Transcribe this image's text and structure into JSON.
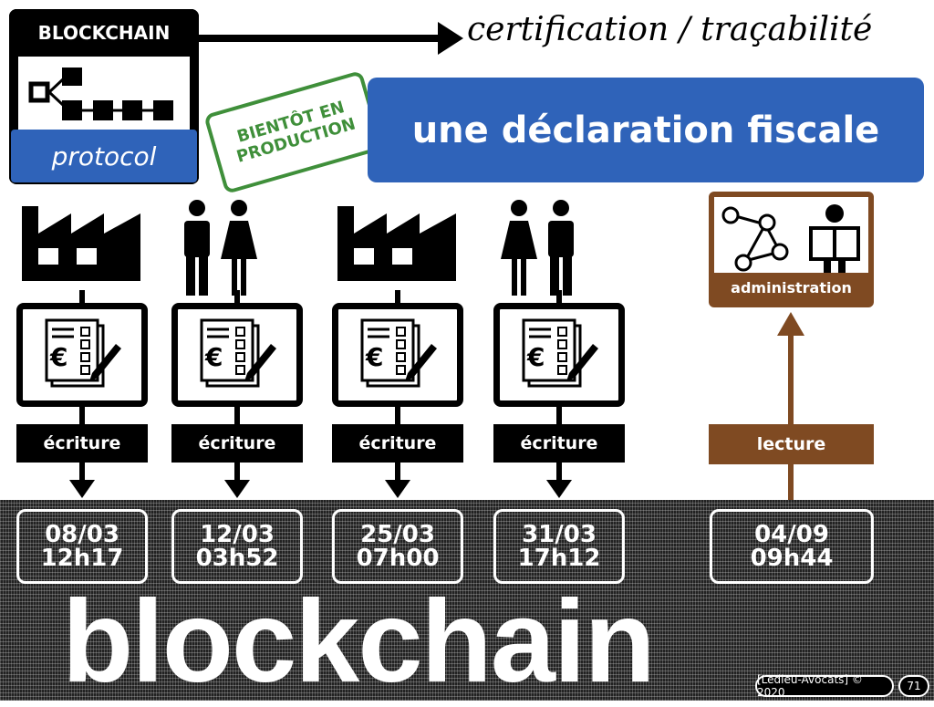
{
  "header": {
    "blockchain_label": "BLOCKCHAIN",
    "protocol_label": "protocol",
    "headline": "certification / traçabilité"
  },
  "stamp": {
    "line1": "BIENTÔT EN",
    "line2": "PRODUCTION",
    "color": "#3f8f3a"
  },
  "banner": {
    "title": "une déclaration fiscale",
    "color": "#2f63b9"
  },
  "writers": [
    {
      "icon": "factory-icon",
      "label": "écriture",
      "date": "08/03",
      "time": "12h17"
    },
    {
      "icon": "man-woman-icon",
      "label": "écriture",
      "date": "12/03",
      "time": "03h52"
    },
    {
      "icon": "factory-icon",
      "label": "écriture",
      "date": "25/03",
      "time": "07h00"
    },
    {
      "icon": "woman-man-icon",
      "label": "écriture",
      "date": "31/03",
      "time": "17h12"
    }
  ],
  "reader": {
    "box_label": "administration",
    "label": "lecture",
    "date": "04/09",
    "time": "09h44",
    "color": "#7f4a22"
  },
  "bottom": {
    "word": "blockchain"
  },
  "footer": {
    "credit": "[Ledieu-Avocats] © 2020",
    "page": "71"
  }
}
